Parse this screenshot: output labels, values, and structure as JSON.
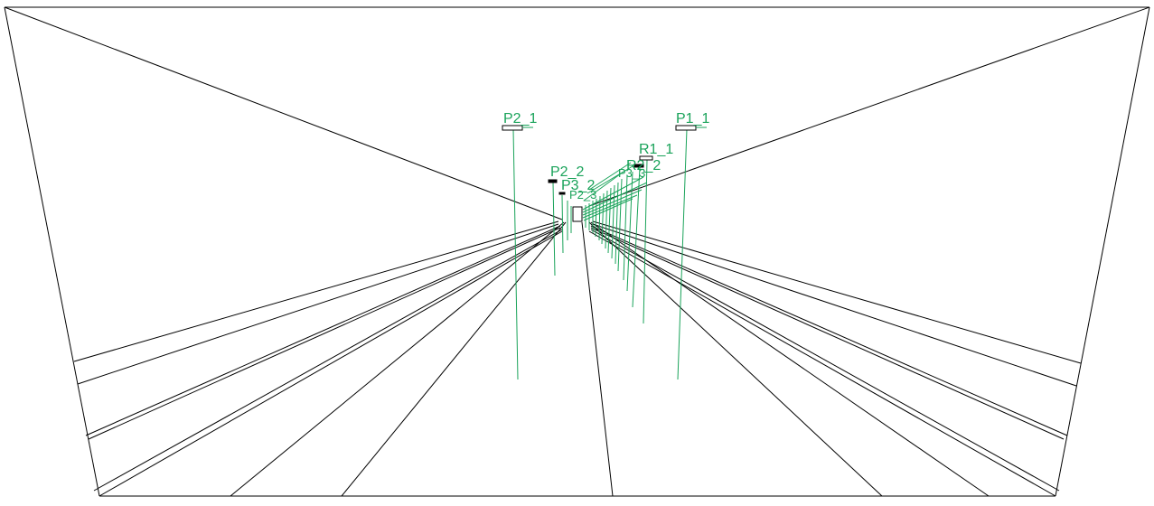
{
  "colors": {
    "background": "#ffffff",
    "wireframe": "#000000",
    "annotation": "#1aa35a"
  },
  "labels": {
    "p1_1": "P1_1",
    "p2_1": "P2_1",
    "p2_2": "P2_2",
    "r1_1": "R1_1",
    "p3_2": "P3_2",
    "r2_2": "R2_2",
    "p2_3": "P2_3",
    "p3_3": "P3_3"
  }
}
